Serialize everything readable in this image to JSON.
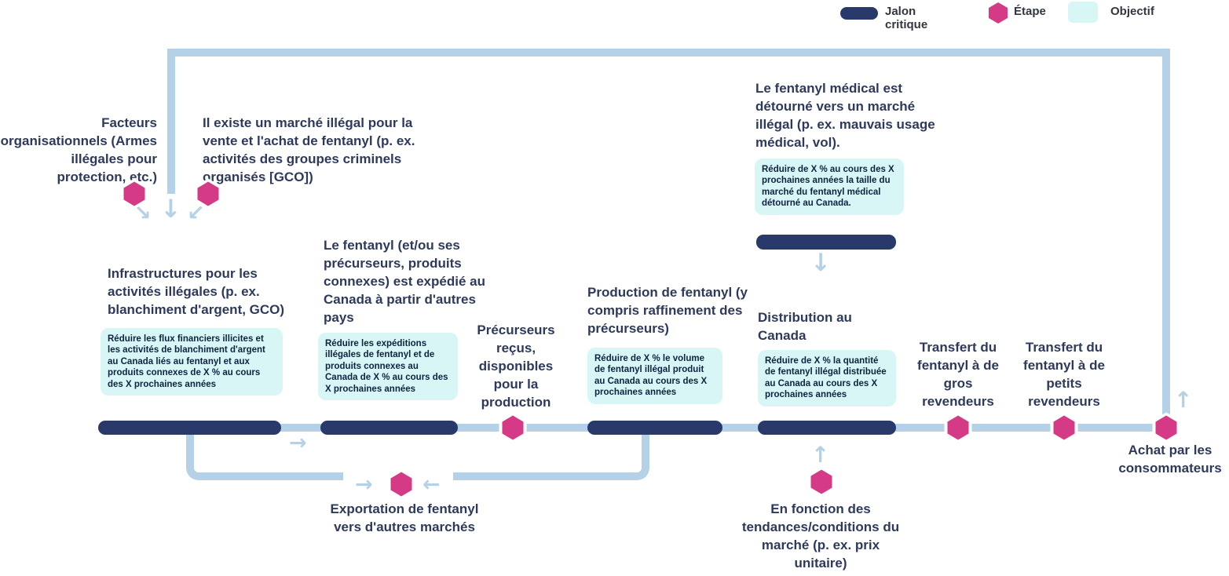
{
  "colors": {
    "milestone_navy": "#293a6a",
    "step_pink": "#d53a86",
    "objective_cyan": "#d7f6f5",
    "flow_line_blue": "#b5d1e7",
    "heading_text": "#2e3a5c",
    "objective_text": "#0f2240"
  },
  "icons": {
    "down_arrow": "↓",
    "up_arrow": "↑",
    "left_arrow": "←",
    "right_arrow": "→",
    "down_right_arrow": "↘",
    "down_left_arrow": "↙"
  },
  "legend": {
    "milestone_label": "Jalon critique",
    "step_label": "Étape",
    "objective_label": "Objectif"
  },
  "nodes": {
    "factors": {
      "label": "Facteurs organisationnels (Armes illégales pour protection, etc.)"
    },
    "illegal_market": {
      "label": "Il existe un marché illégal pour la vente et l'achat de fentanyl (p. ex. activités des groupes criminels organisés [GCO])"
    },
    "medical_fentanyl": {
      "label": "Le fentanyl médical est détourné vers un marché illégal (p. ex. mauvais usage médical, vol).",
      "objective": "Réduire de X % au cours des X prochaines années la taille du marché du fentanyl médical détourné au Canada."
    },
    "infrastructures": {
      "label": "Infrastructures pour les activités illégales (p. ex. blanchiment d'argent, GCO)",
      "objective": "Réduire les flux financiers illicites et les activités de blanchiment d'argent au Canada liés au fentanyl et aux produits connexes de X % au cours des X prochaines années"
    },
    "shipping": {
      "label": "Le fentanyl (et/ou ses précurseurs, produits connexes) est expédié au Canada à partir d'autres pays",
      "objective": "Réduire les expéditions illégales de fentanyl et de produits connexes au Canada de X % au cours des X prochaines années"
    },
    "precursors": {
      "label": "Précurseurs reçus, disponibles pour la production"
    },
    "production": {
      "label": "Production de fentanyl (y compris raffinement des précurseurs)",
      "objective": "Réduire de X % le volume de fentanyl illégal produit au Canada au cours des X prochaines années"
    },
    "distribution": {
      "label": "Distribution au Canada",
      "objective": "Réduire de X % la quantité de fentanyl illégal distribuée au Canada au cours des X prochaines années"
    },
    "transfer_large": {
      "label": "Transfert du fentanyl à de gros revendeurs"
    },
    "transfer_small": {
      "label": "Transfert du fentanyl à de petits revendeurs"
    },
    "consumer_purchase": {
      "label": "Achat par les consommateurs"
    },
    "export_markets": {
      "label": "Exportation de fentanyl vers d'autres marchés"
    },
    "market_trends": {
      "label": "En fonction des tendances/conditions du marché (p. ex. prix unitaire)"
    }
  }
}
